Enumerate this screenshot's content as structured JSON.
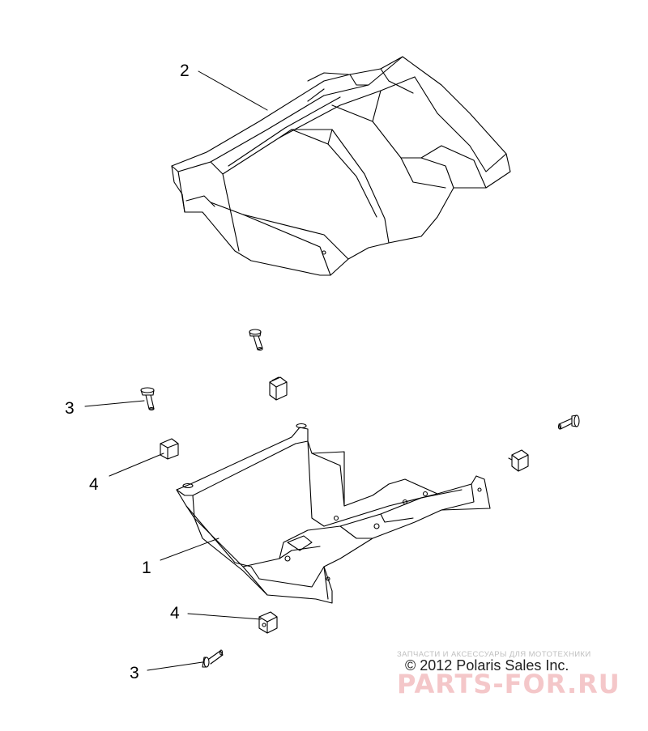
{
  "callouts": [
    {
      "id": "callout-2",
      "label": "2"
    },
    {
      "id": "callout-3-upper",
      "label": "3"
    },
    {
      "id": "callout-4-upper",
      "label": "4"
    },
    {
      "id": "callout-1",
      "label": "1"
    },
    {
      "id": "callout-4-lower",
      "label": "4"
    },
    {
      "id": "callout-3-lower",
      "label": "3"
    }
  ],
  "copyright": "© 2012 Polaris Sales Inc.",
  "watermark": {
    "tagline": "ЗАПЧАСТИ И АКСЕССУАРЫ ДЛЯ МОТОТЕХНИКИ",
    "brand": "PARTS-FOR.RU"
  },
  "colors": {
    "line": "#000000",
    "watermark": "#f3c1c4"
  }
}
